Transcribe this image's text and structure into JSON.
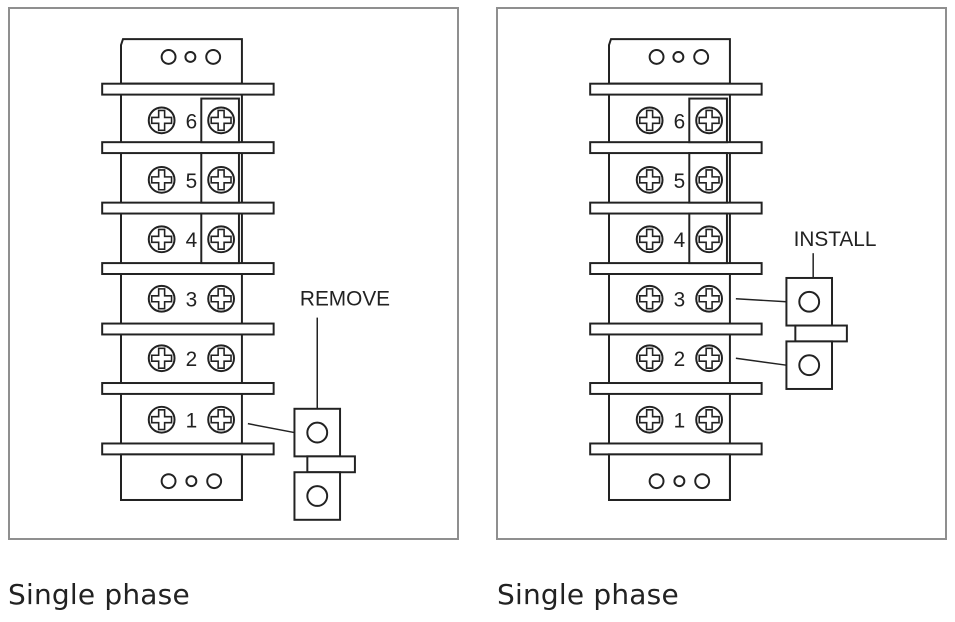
{
  "panels": [
    {
      "callout": "REMOVE",
      "caption": "Single phase",
      "terminals": [
        "6",
        "5",
        "4",
        "3",
        "2",
        "1"
      ]
    },
    {
      "callout": "INSTALL",
      "caption": "Single phase",
      "terminals": [
        "6",
        "5",
        "4",
        "3",
        "2",
        "1"
      ]
    }
  ]
}
